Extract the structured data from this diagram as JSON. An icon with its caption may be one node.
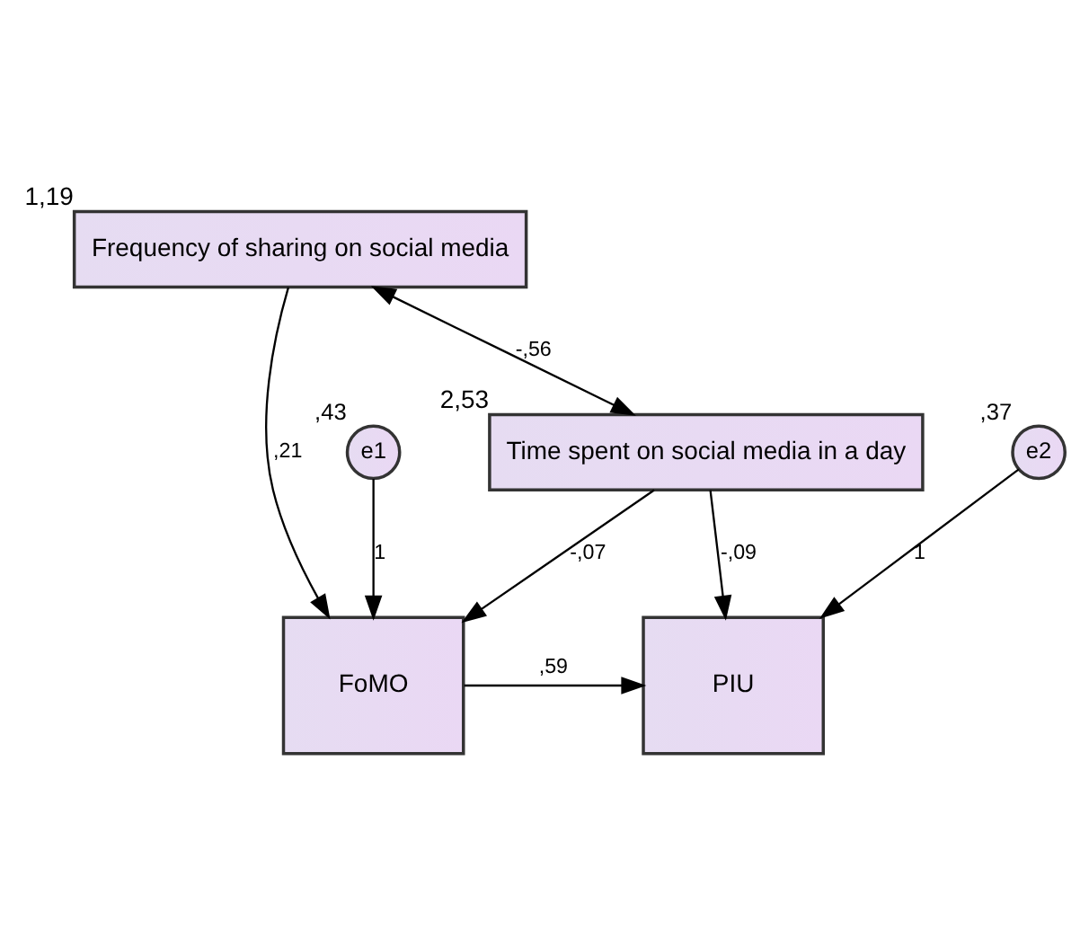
{
  "diagram": {
    "nodes": [
      {
        "text": [
          "Frequency of sharing on social media"
        ],
        "beside": [
          "1,19"
        ]
      },
      {
        "text": [
          "Time spent on social media in a day"
        ],
        "beside": [
          "2,53"
        ]
      },
      {
        "text": [
          "e1"
        ],
        "beside": [
          ",43"
        ]
      },
      {
        "text": [
          "FoMO"
        ]
      },
      {
        "text": [
          "e2"
        ],
        "beside": [
          ",37"
        ]
      },
      {
        "text": [
          "PIU"
        ]
      }
    ],
    "edges": [
      {
        "from": 0,
        "to": 1,
        "arrow": "both",
        "label": "-,56"
      },
      {
        "from": 0,
        "to": 3,
        "arrow": "to",
        "label": ",21"
      },
      {
        "from": 1,
        "to": 3,
        "arrow": "to",
        "label": "-,07"
      },
      {
        "from": 1,
        "to": 5,
        "arrow": "to",
        "label": "-,09"
      },
      {
        "from": 4,
        "to": 5,
        "arrow": "to",
        "label": "1"
      },
      {
        "from": 2,
        "to": 3,
        "arrow": "to",
        "label": "1"
      },
      {
        "from": 3,
        "to": 5,
        "arrow": "to",
        "label": ",59"
      }
    ]
  }
}
